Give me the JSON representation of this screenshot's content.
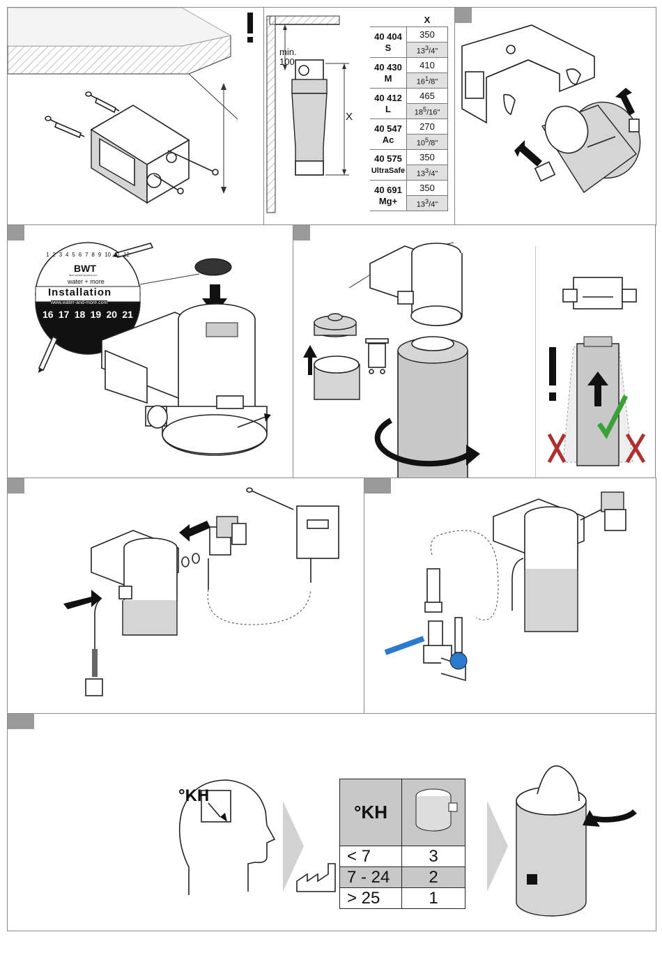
{
  "panel1b": {
    "min_label": "min.",
    "min_value": "100",
    "x_label": "X",
    "table_header": "X",
    "rows": [
      {
        "model": "40 404",
        "size": "S",
        "mm": "350",
        "inch_main": "13",
        "inch_sup": "3",
        "inch_sub": "/4",
        "inch_unit": "\""
      },
      {
        "model": "40 430",
        "size": "M",
        "mm": "410",
        "inch_main": "16",
        "inch_sup": "1",
        "inch_sub": "/8",
        "inch_unit": "\""
      },
      {
        "model": "40 412",
        "size": "L",
        "mm": "465",
        "inch_main": "18",
        "inch_sup": "5",
        "inch_sub": "/16",
        "inch_unit": "\""
      },
      {
        "model": "40 547",
        "size": "Ac",
        "mm": "270",
        "inch_main": "10",
        "inch_sup": "5",
        "inch_sub": "/8",
        "inch_unit": "\""
      },
      {
        "model": "40 575",
        "size": "UltraSafe",
        "mm": "350",
        "inch_main": "13",
        "inch_sup": "3",
        "inch_sub": "/4",
        "inch_unit": "\""
      },
      {
        "model": "40 691",
        "size": "Mg+",
        "mm": "350",
        "inch_main": "13",
        "inch_sup": "3",
        "inch_sub": "/4",
        "inch_unit": "\""
      }
    ]
  },
  "sticker": {
    "months": [
      "1",
      "2",
      "3",
      "4",
      "5",
      "6",
      "7",
      "8",
      "9",
      "10",
      "11",
      "12"
    ],
    "brand": "BWT",
    "brand_small": "BEST WATER TECHNOLOGY",
    "tagline": "water + more",
    "title": "Installation",
    "url": "www.water-and-more.com",
    "years": [
      "16",
      "17",
      "18",
      "19",
      "20",
      "21"
    ]
  },
  "kh_section": {
    "head_label": "°KH",
    "table_head": "°KH",
    "rows": [
      {
        "range": "< 7",
        "setting": "3"
      },
      {
        "range": "7 - 24",
        "setting": "2"
      },
      {
        "range": "> 25",
        "setting": "1"
      }
    ]
  },
  "colors": {
    "warning_red": "#b03030",
    "check_green": "#3aa038",
    "cold_blue": "#2a7ad0",
    "panel_tag": "#9a9a9a"
  }
}
